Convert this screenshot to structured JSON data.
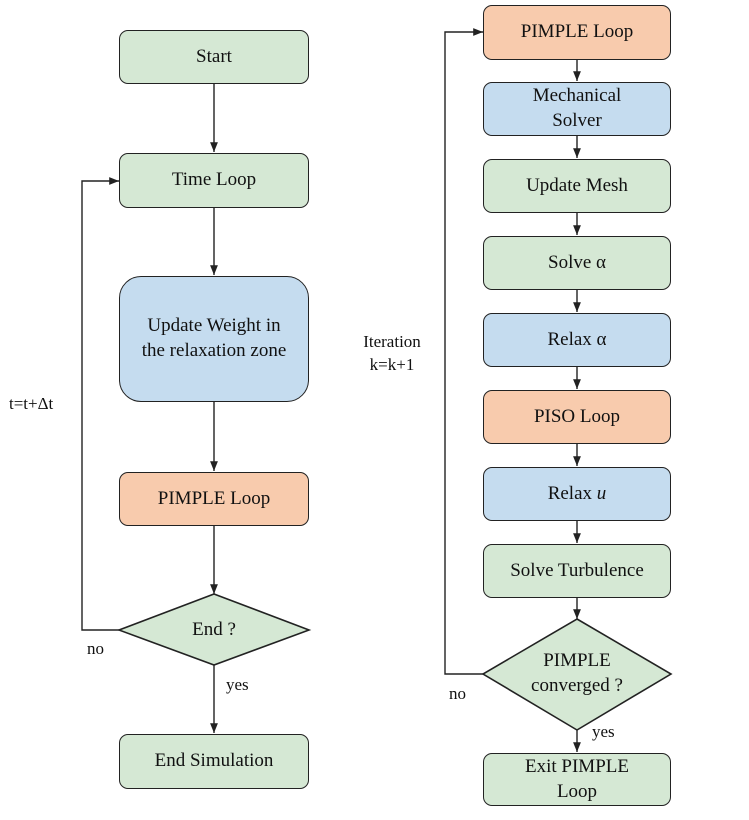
{
  "left": {
    "start": "Start",
    "time_loop": "Time Loop",
    "update_weight": "Update Weight in the relaxation zone",
    "pimple_loop": "PIMPLE Loop",
    "end_decision": "End ?",
    "end_simulation": "End Simulation",
    "no_label": "no",
    "yes_label": "yes",
    "time_step_label": "t=t+Δt"
  },
  "right": {
    "pimple_loop": "PIMPLE Loop",
    "mechanical_solver": "Mechanical Solver",
    "update_mesh": "Update Mesh",
    "solve_alpha": "Solve α",
    "relax_alpha": "Relax α",
    "piso_loop": "PISO Loop",
    "relax_u_prefix": "Relax ",
    "relax_u_var": "u",
    "solve_turbulence": "Solve Turbulence",
    "converged_decision": "PIMPLE converged ?",
    "exit_pimple": "Exit PIMPLE Loop",
    "no_label": "no",
    "yes_label": "yes",
    "iteration_label": "Iteration",
    "iteration_formula": "k=k+1"
  },
  "colors": {
    "green": "#d5e8d4",
    "blue": "#c5dcef",
    "orange": "#f8cbad",
    "stroke": "#222222"
  }
}
